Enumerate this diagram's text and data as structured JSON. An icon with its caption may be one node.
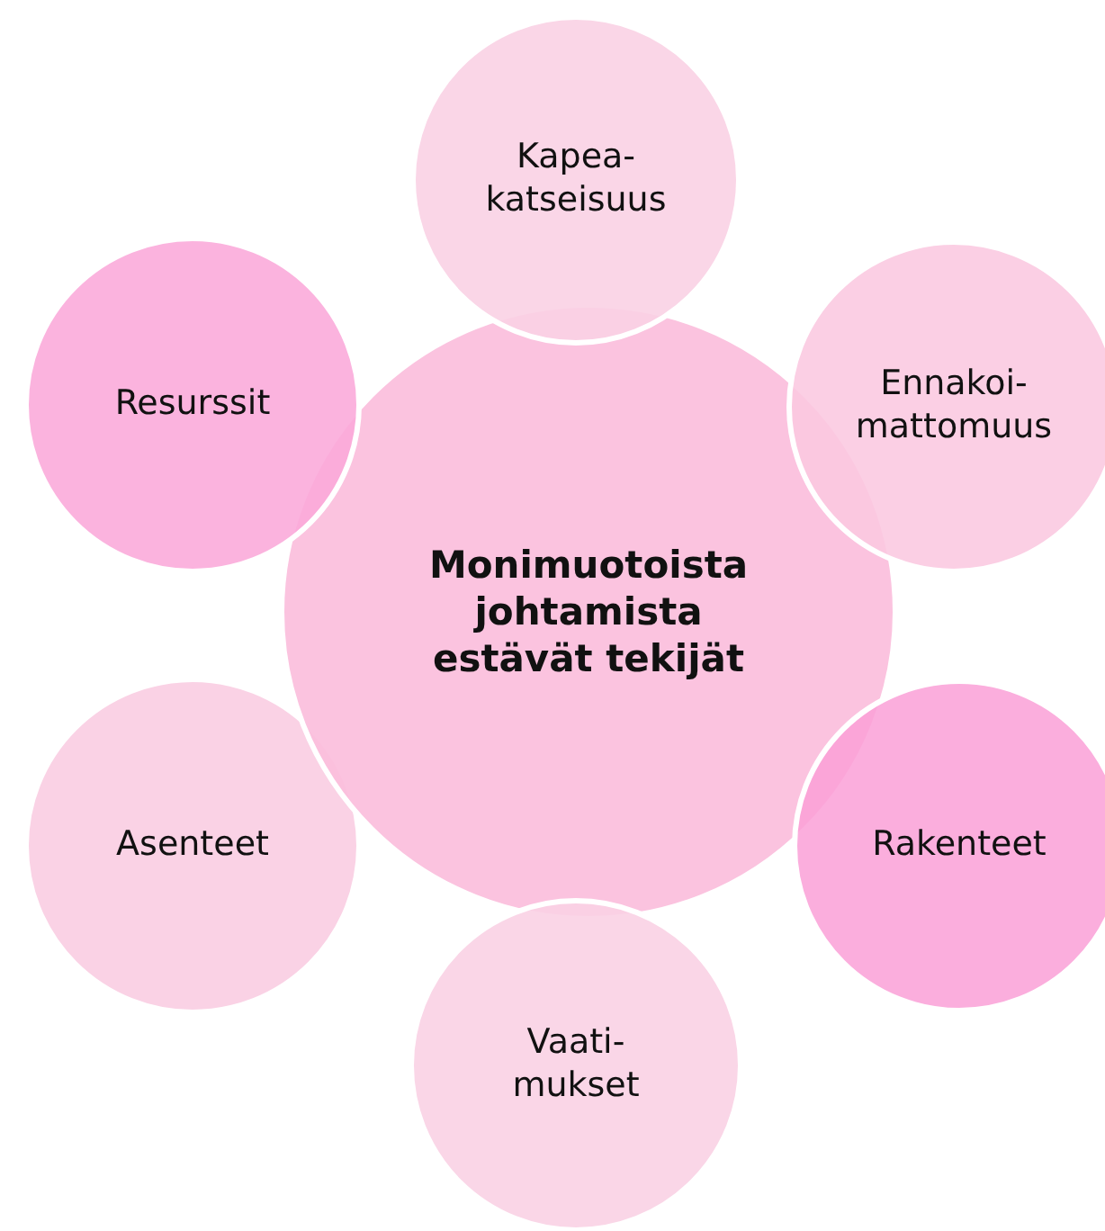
{
  "diagram": {
    "nodes": [
      {
        "text": [
          "Monimuotoista johtamista estävät tekijät"
        ]
      },
      {
        "text": [
          "Kapea- katseisuus"
        ]
      },
      {
        "text": [
          "Ennakoi- mattomuus"
        ]
      },
      {
        "text": [
          "Rakenteet"
        ]
      },
      {
        "text": [
          "Vaati- mukset"
        ]
      },
      {
        "text": [
          "Asenteet"
        ]
      },
      {
        "text": [
          "Resurssit"
        ]
      }
    ],
    "edges": []
  }
}
